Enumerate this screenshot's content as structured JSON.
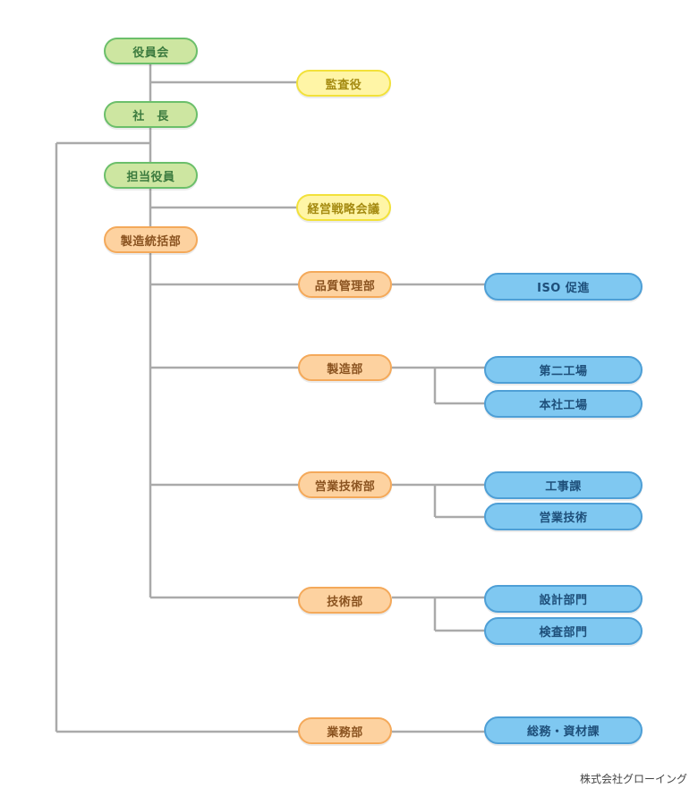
{
  "nodes": {
    "board": "役員会",
    "auditor": "監査役",
    "president": "社　長",
    "officer": "担当役員",
    "strategy_meeting": "経営戦略会議",
    "mfg_hq": "製造統括部",
    "qa_dept": "品質管理部",
    "iso": "ISO 促進",
    "mfg_dept": "製造部",
    "plant2": "第二工場",
    "main_plant": "本社工場",
    "sales_eng_dept": "営業技術部",
    "construction": "工事課",
    "sales_eng": "営業技術",
    "eng_dept": "技術部",
    "design": "設計部門",
    "inspection": "検査部門",
    "admin_dept": "業務部",
    "general_affairs": "総務・資材課"
  },
  "colors": {
    "management": "#cde6a1",
    "advisory": "#fff5a6",
    "department": "#fdd2a0",
    "section": "#7fc8f1",
    "connector": "#aaaaaa"
  },
  "footer": {
    "company": "株式会社グローイング"
  }
}
